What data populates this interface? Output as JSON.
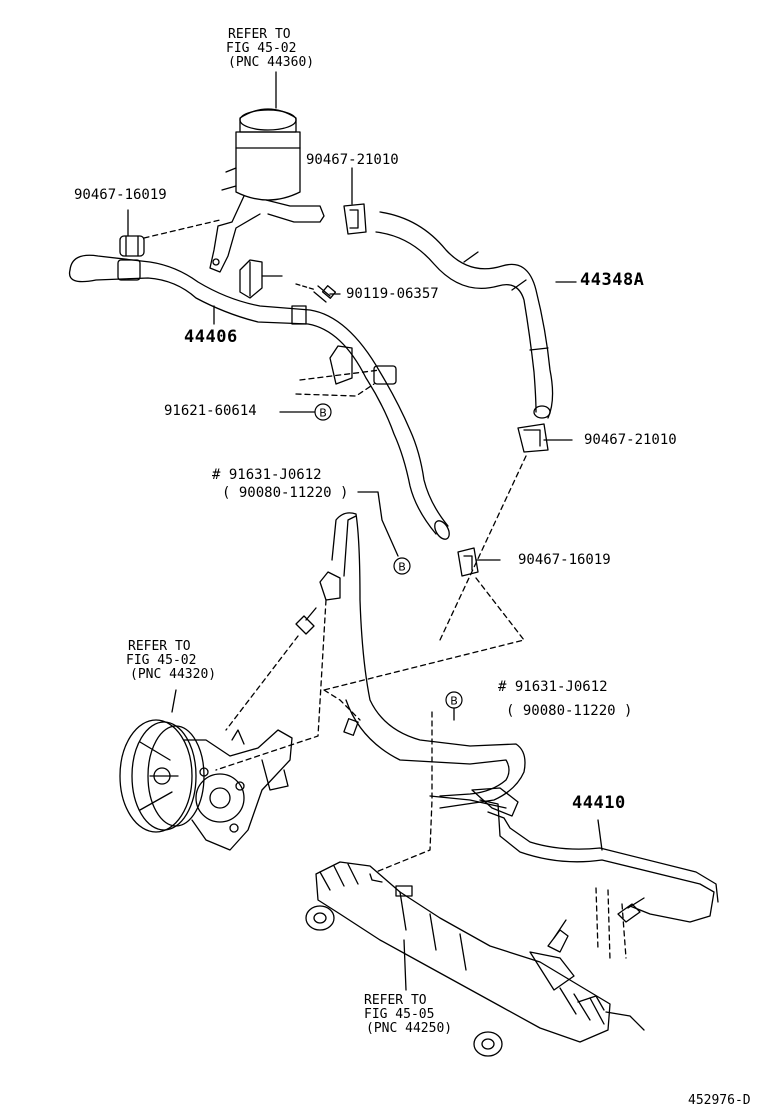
{
  "callouts": {
    "reservoir_ref": {
      "line1": "REFER TO",
      "line2": "FIG 45-02",
      "line3": "(PNC 44360)"
    },
    "pump_ref": {
      "line1": "REFER TO",
      "line2": "FIG 45-02",
      "line3": "(PNC 44320)"
    },
    "gear_ref": {
      "line1": "REFER TO",
      "line2": "FIG 45-05",
      "line3": "(PNC 44250)"
    }
  },
  "parts": {
    "clamp_21010_top": "90467-21010",
    "clamp_16019_top": "90467-16019",
    "hose_44348A": "44348A",
    "bolt_06357": "90119-06357",
    "pipe_44406": "44406",
    "bolt_60614": "91621-60614",
    "clamp_21010_mid": "90467-21010",
    "bolt_j0612_left": "# 91631-J0612",
    "bolt_11220_left": "( 90080-11220 )",
    "clamp_16019_mid": "90467-16019",
    "bolt_j0612_right": "# 91631-J0612",
    "bolt_11220_right": "( 90080-11220 )",
    "tube_44410": "44410"
  },
  "markers": {
    "circle_b": "B"
  },
  "figure_id": "452976-D"
}
